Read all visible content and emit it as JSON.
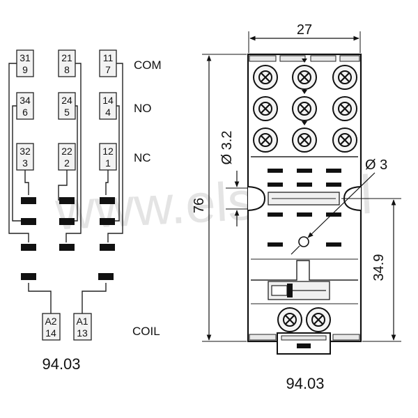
{
  "watermark": "www.elstat.pl",
  "schematic": {
    "title": "94.03",
    "contacts": [
      {
        "com": [
          "31",
          "9"
        ],
        "no": [
          "34",
          "6"
        ],
        "nc": [
          "32",
          "3"
        ]
      },
      {
        "com": [
          "21",
          "8"
        ],
        "no": [
          "24",
          "5"
        ],
        "nc": [
          "22",
          "2"
        ]
      },
      {
        "com": [
          "11",
          "7"
        ],
        "no": [
          "14",
          "4"
        ],
        "nc": [
          "12",
          "1"
        ]
      }
    ],
    "row_labels": {
      "com": "COM",
      "no": "NO",
      "nc": "NC"
    },
    "coil_terminals": [
      [
        "A2",
        "14"
      ],
      [
        "A1",
        "13"
      ]
    ],
    "coil_label": "COIL"
  },
  "drawing": {
    "title": "94.03",
    "dim_width": "27",
    "dim_height": "76",
    "dim_hole_small": "Ø 3.2",
    "dim_hole": "Ø 3",
    "dim_offset": "34.9"
  }
}
